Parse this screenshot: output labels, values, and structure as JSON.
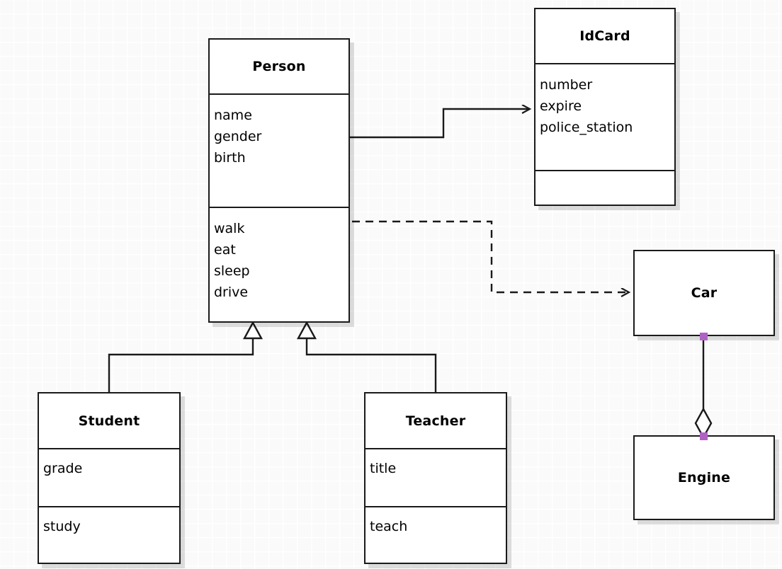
{
  "diagram": {
    "type": "uml-class-diagram",
    "background": "#fafafa",
    "grid": "20px light grid",
    "stroke_color": "#1a1a1a",
    "handle_color": "#b061c4"
  },
  "classes": {
    "person": {
      "name": "Person",
      "attributes": [
        "name",
        "gender",
        "birth"
      ],
      "operations": [
        "walk",
        "eat",
        "sleep",
        "drive"
      ]
    },
    "idcard": {
      "name": "IdCard",
      "attributes": [
        "number",
        "expire",
        "police_station"
      ],
      "operations": []
    },
    "student": {
      "name": "Student",
      "attributes": [
        "grade"
      ],
      "operations": [
        "study"
      ]
    },
    "teacher": {
      "name": "Teacher",
      "attributes": [
        "title"
      ],
      "operations": [
        "teach"
      ]
    },
    "car": {
      "name": "Car",
      "attributes": [],
      "operations": []
    },
    "engine": {
      "name": "Engine",
      "attributes": [],
      "operations": []
    }
  },
  "relationships": [
    {
      "id": "person-idcard",
      "kind": "association",
      "line": "solid",
      "arrow": "open",
      "from": "Person",
      "to": "IdCard"
    },
    {
      "id": "person-car",
      "kind": "dependency",
      "line": "dashed",
      "arrow": "open",
      "from": "Person",
      "to": "Car"
    },
    {
      "id": "student-person",
      "kind": "generalization",
      "line": "solid",
      "arrow": "hollow-triangle",
      "from": "Student",
      "to": "Person"
    },
    {
      "id": "teacher-person",
      "kind": "generalization",
      "line": "solid",
      "arrow": "hollow-triangle",
      "from": "Teacher",
      "to": "Person"
    },
    {
      "id": "car-engine",
      "kind": "aggregation",
      "line": "solid",
      "arrow": "hollow-diamond",
      "from": "Car",
      "to": "Engine"
    }
  ]
}
